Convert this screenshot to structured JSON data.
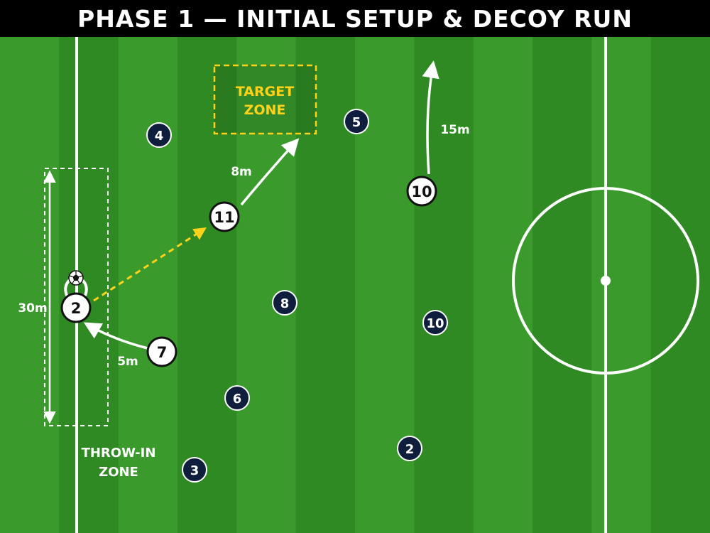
{
  "title": "PHASE 1 — INITIAL SETUP & DECOY RUN",
  "colors": {
    "pitch_light": "#3a9a2c",
    "pitch_dark": "#2f8a23",
    "header_bg": "#000000",
    "line": "#ffffff",
    "attacker_fill": "#ffffff",
    "attacker_text": "#111111",
    "defender_fill": "#0f1e3c",
    "defender_text": "#ffffff",
    "highlight": "#ffd21a"
  },
  "zones": {
    "target_line1": "TARGET",
    "target_line2": "ZONE",
    "throwin_line1": "THROW-IN",
    "throwin_line2": "ZONE"
  },
  "distances": {
    "throwin_zone_length": "30m",
    "support_run": "5m",
    "decoy_run": "8m",
    "deep_run": "15m"
  },
  "attackers": [
    {
      "id": "thrower",
      "number": "2"
    },
    {
      "id": "support",
      "number": "7"
    },
    {
      "id": "decoy",
      "number": "11"
    },
    {
      "id": "deep",
      "number": "10"
    }
  ],
  "defenders": [
    {
      "id": "d4",
      "number": "4"
    },
    {
      "id": "d5",
      "number": "5"
    },
    {
      "id": "d8",
      "number": "8"
    },
    {
      "id": "d10",
      "number": "10"
    },
    {
      "id": "d6",
      "number": "6"
    },
    {
      "id": "d2",
      "number": "2"
    },
    {
      "id": "d3",
      "number": "3"
    }
  ],
  "icons": {
    "ball": "soccer-ball-icon"
  }
}
